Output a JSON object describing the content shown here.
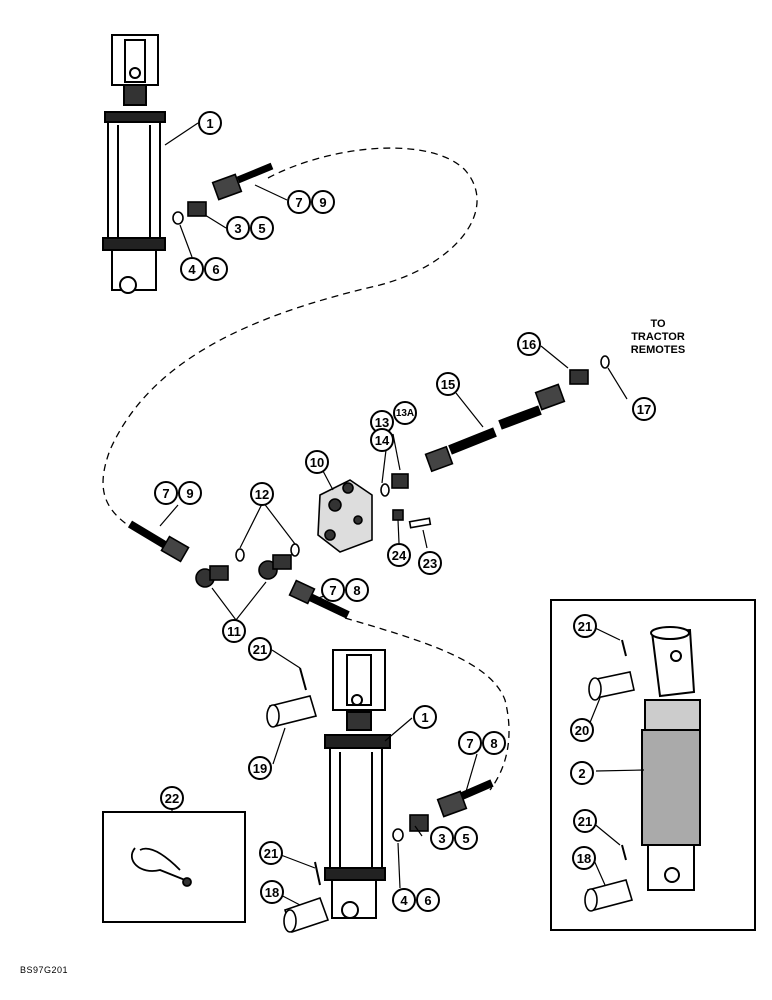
{
  "figure_id": "BS97G201",
  "destination_note": [
    "TO",
    "TRACTOR",
    "REMOTES"
  ],
  "callouts": [
    "1",
    "3",
    "5",
    "4",
    "6",
    "7",
    "9",
    "16",
    "17",
    "15",
    "13",
    "13A",
    "14",
    "10",
    "7",
    "9",
    "12",
    "24",
    "23",
    "11",
    "7",
    "8",
    "21",
    "1",
    "7",
    "8",
    "19",
    "3",
    "5",
    "4",
    "6",
    "22",
    "21",
    "18",
    "21",
    "20",
    "2",
    "21",
    "18"
  ]
}
